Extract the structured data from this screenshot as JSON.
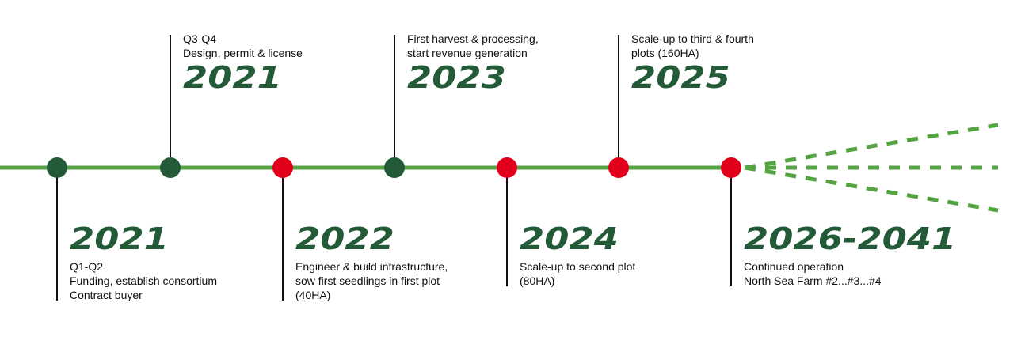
{
  "colors": {
    "line": "#54a541",
    "dot_green": "#235a37",
    "dot_red": "#e2001a",
    "year_text": "#235a37",
    "connector": "#111111"
  },
  "dots": [
    {
      "color": "green"
    },
    {
      "color": "green"
    },
    {
      "color": "red"
    },
    {
      "color": "green"
    },
    {
      "color": "red"
    },
    {
      "color": "red"
    },
    {
      "color": "red"
    }
  ],
  "milestones": [
    {
      "position": "below",
      "year": "2021",
      "lines": [
        "Q1-Q2",
        "Funding, establish consortium",
        "Contract buyer"
      ]
    },
    {
      "position": "above",
      "year": "2021",
      "lines": [
        "Q3-Q4",
        "Design, permit & license"
      ]
    },
    {
      "position": "below",
      "year": "2022",
      "lines": [
        "Engineer & build infrastructure,",
        "sow first seedlings in first plot",
        "(40HA)"
      ]
    },
    {
      "position": "above",
      "year": "2023",
      "lines": [
        "First harvest & processing,",
        "start revenue generation"
      ]
    },
    {
      "position": "below",
      "year": "2024",
      "lines": [
        "Scale-up to second plot",
        "(80HA)"
      ]
    },
    {
      "position": "above",
      "year": "2025",
      "lines": [
        "Scale-up to third & fourth",
        "plots (160HA)"
      ]
    },
    {
      "position": "below",
      "year": "2026-2041",
      "lines": [
        "Continued operation",
        "North Sea Farm #2...#3...#4"
      ]
    }
  ]
}
